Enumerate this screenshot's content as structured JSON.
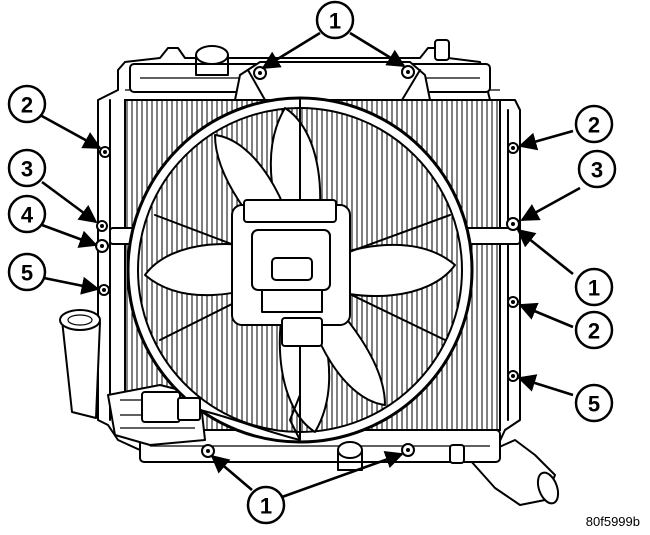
{
  "figure": {
    "id_label": "80f5999b"
  },
  "callouts": [
    {
      "key": "top-1",
      "label": "1"
    },
    {
      "key": "left-2",
      "label": "2"
    },
    {
      "key": "left-3",
      "label": "3"
    },
    {
      "key": "left-4",
      "label": "4"
    },
    {
      "key": "left-5",
      "label": "5"
    },
    {
      "key": "right-2-upper",
      "label": "2"
    },
    {
      "key": "right-3",
      "label": "3"
    },
    {
      "key": "right-1",
      "label": "1"
    },
    {
      "key": "right-2-lower",
      "label": "2"
    },
    {
      "key": "right-5",
      "label": "5"
    },
    {
      "key": "bottom-1",
      "label": "1"
    }
  ]
}
